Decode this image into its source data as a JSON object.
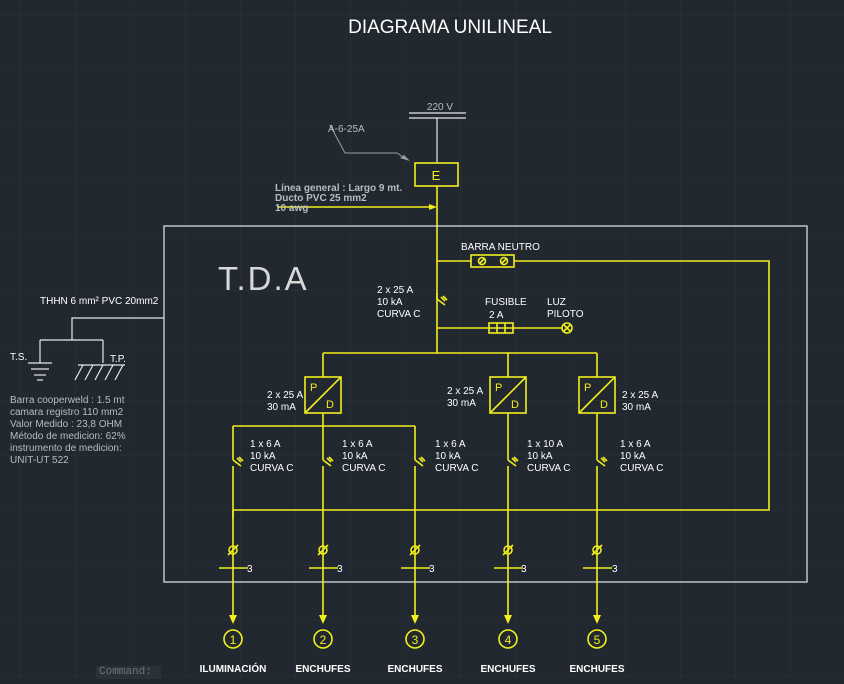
{
  "title": "DIAGRAMA UNILINEAL",
  "supply": {
    "voltage": "220 V",
    "meter_tag": "A-6-25A",
    "meter_label": "E"
  },
  "main_line": {
    "line1": "Línea general : Largo 9 mt.",
    "line2": "Ducto PVC 25 mm2",
    "line3": "10 awg"
  },
  "panel": {
    "name": "T.D.A"
  },
  "neutral_bar": "BARRA NEUTRO",
  "main_breaker": {
    "line1": "2 x 25 A",
    "line2": "10 kA",
    "line3": "CURVA C"
  },
  "fuse": {
    "label": "FUSIBLE",
    "rating": "2 A"
  },
  "pilot": {
    "line1": "LUZ",
    "line2": "PILOTO"
  },
  "grounding": {
    "conductor": "THHN 6 mm² PVC 20mm2",
    "ts": "T.S.",
    "tp": "T.P.",
    "notes": [
      "Barra cooperweld : 1.5 mt",
      "camara registro 110 mm2",
      "Valor Medido : 23,8 OHM",
      "Método de medicion: 62%",
      "instrumento de medicion:",
      "UNIT-UT 522"
    ]
  },
  "differentials": [
    {
      "p": "P",
      "d": "D",
      "rating": "2 x 25 A",
      "sens": "30 mA"
    },
    {
      "p": "P",
      "d": "D",
      "rating": "2 x 25 A",
      "sens": "30 mA"
    },
    {
      "p": "P",
      "d": "D",
      "rating": "2 x 25 A",
      "sens": "30 mA"
    }
  ],
  "circuits": [
    {
      "num": "1",
      "rating": "1 x 6 A",
      "kA": "10 kA",
      "curve": "CURVA C",
      "poles": "3",
      "name": "ILUMINACIÓN"
    },
    {
      "num": "2",
      "rating": "1 x 6 A",
      "kA": "10 kA",
      "curve": "CURVA C",
      "poles": "3",
      "name": "ENCHUFES"
    },
    {
      "num": "3",
      "rating": "1 x 6 A",
      "kA": "10 kA",
      "curve": "CURVA C",
      "poles": "3",
      "name": "ENCHUFES"
    },
    {
      "num": "4",
      "rating": "1 x 10 A",
      "kA": "10 kA",
      "curve": "CURVA C",
      "poles": "3",
      "name": "ENCHUFES"
    },
    {
      "num": "5",
      "rating": "1 x 6 A",
      "kA": "10 kA",
      "curve": "CURVA C",
      "poles": "3",
      "name": "ENCHUFES"
    }
  ],
  "command_prompt": "Command:"
}
